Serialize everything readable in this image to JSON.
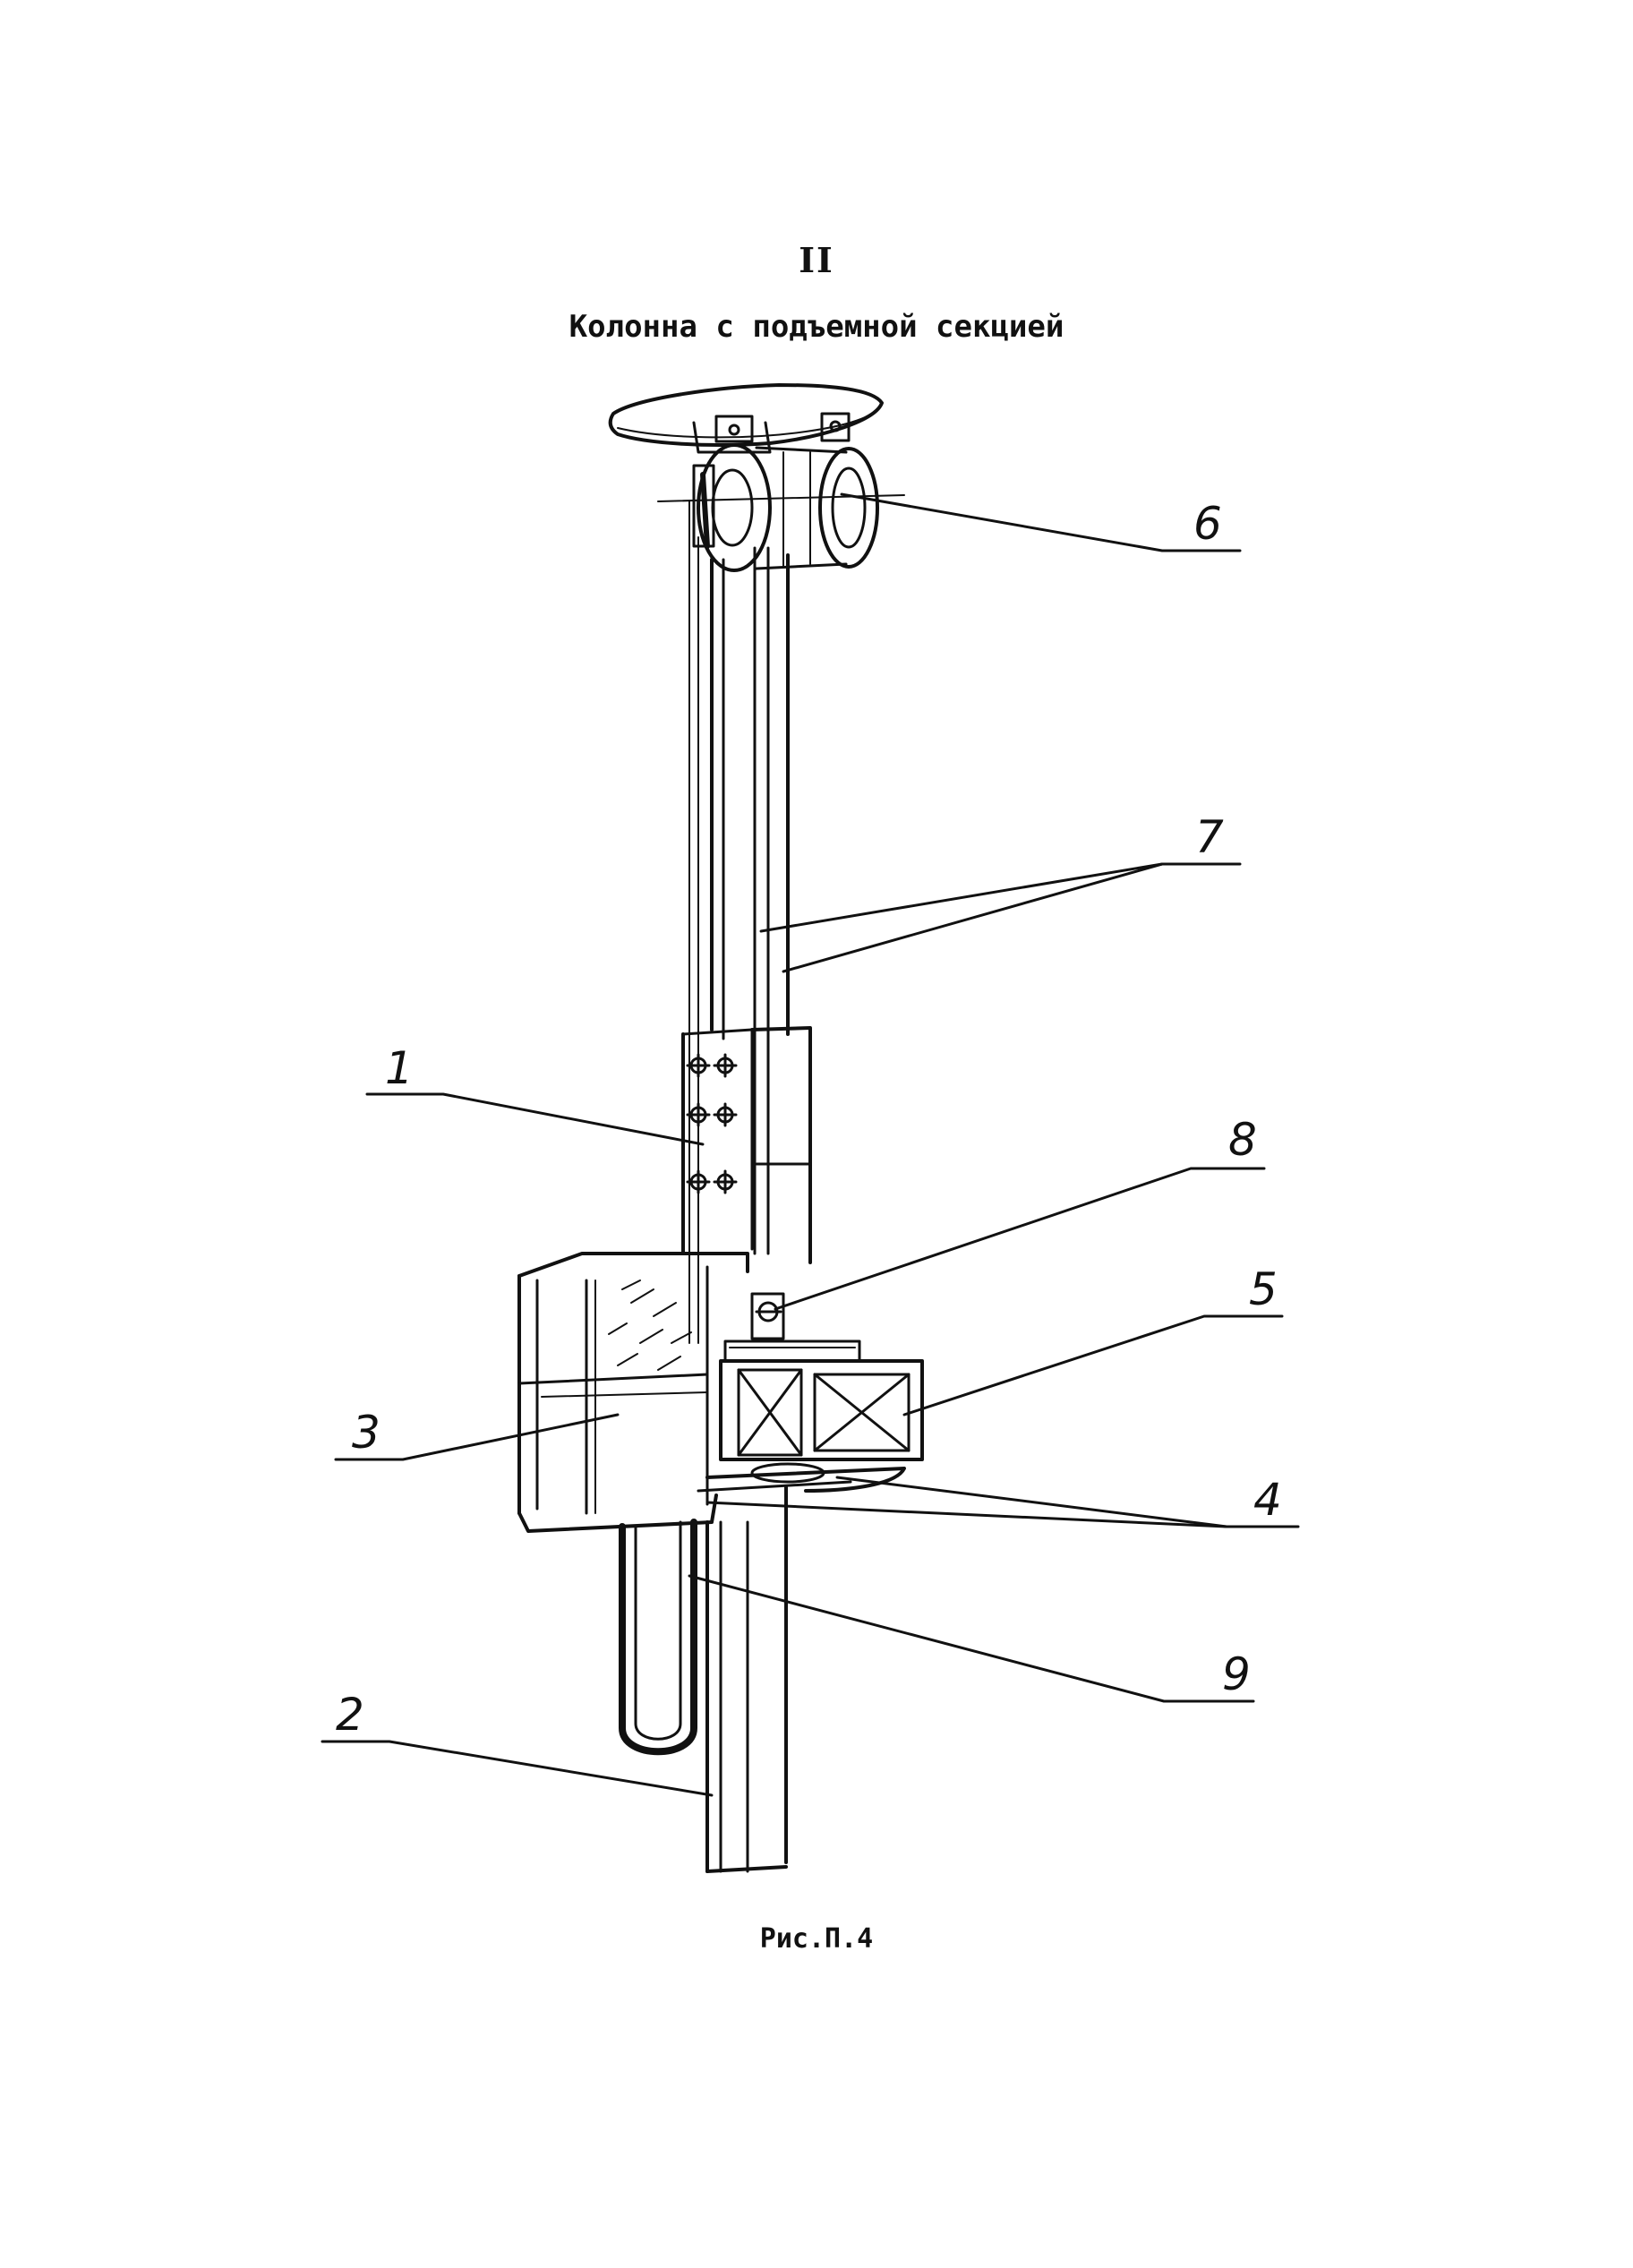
{
  "page": {
    "number": "II",
    "title": "Колонна с подъемной секцией",
    "caption": "Рис.П.4"
  },
  "callouts": [
    {
      "id": "1",
      "label": "1"
    },
    {
      "id": "2",
      "label": "2"
    },
    {
      "id": "3",
      "label": "3"
    },
    {
      "id": "4",
      "label": "4"
    },
    {
      "id": "5",
      "label": "5"
    },
    {
      "id": "6",
      "label": "6"
    },
    {
      "id": "7",
      "label": "7"
    },
    {
      "id": "8",
      "label": "8"
    },
    {
      "id": "9",
      "label": "9"
    }
  ],
  "colors": {
    "ink": "#111111",
    "paper": "#ffffff"
  }
}
